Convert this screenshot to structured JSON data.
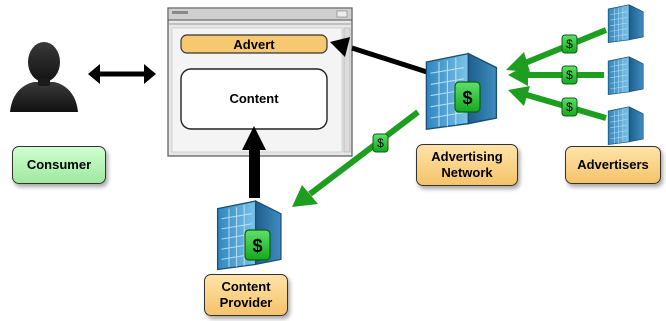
{
  "browser": {
    "advert_label": "Advert",
    "content_label": "Content"
  },
  "consumer": {
    "label": "Consumer"
  },
  "advertising_network": {
    "label_line1": "Advertising",
    "label_line2": "Network"
  },
  "advertisers": {
    "label": "Advertisers"
  },
  "content_provider": {
    "label_line1": "Content",
    "label_line2": "Provider"
  },
  "dollar_symbol": "$",
  "colors": {
    "label_fill_orange": "#f5c36a",
    "label_fill_green": "#9fe8a0",
    "money_arrow": "#1e9e1e",
    "dollar_badge": "#22c52a",
    "black_arrow": "#000000",
    "building": "#4aa3d6"
  },
  "icons": [
    "person-silhouette-icon",
    "browser-window-icon",
    "building-icon",
    "dollar-badge-icon"
  ]
}
